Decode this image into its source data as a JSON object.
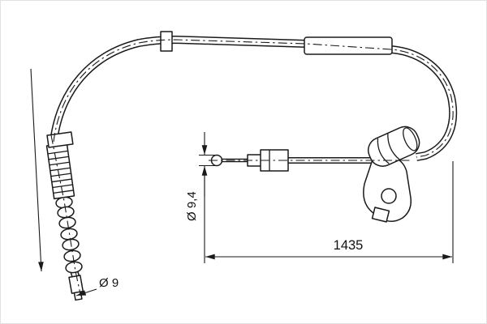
{
  "drawing": {
    "labels": {
      "end_diameter": "Ø 9",
      "ball_diameter": "Ø 9,4",
      "overall_length": "1435"
    },
    "colors": {
      "line": "#1a1a1a",
      "background": "#ffffff"
    }
  }
}
